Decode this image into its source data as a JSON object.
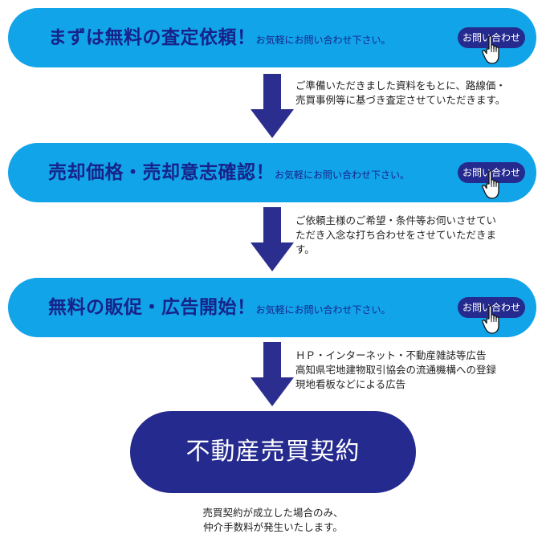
{
  "steps": [
    {
      "title": "まずは無料の査定依頼！",
      "subtitle": "お気軽にお問い合わせ下さい。",
      "button_label": "お問い合わせ",
      "description": [
        "ご準備いただきました資料をもとに、路線価・",
        "売買事例等に基づき査定させていただきます。"
      ]
    },
    {
      "title": "売却価格・売却意志確認！",
      "subtitle": "お気軽にお問い合わせ下さい。",
      "button_label": "お問い合わせ",
      "description": [
        "ご依頼主様のご希望・条件等お伺いさせてい",
        "ただき入念な打ち合わせをさせていただきま",
        "す。"
      ]
    },
    {
      "title": "無料の販促・広告開始！",
      "subtitle": "お気軽にお問い合わせ下さい。",
      "button_label": "お問い合わせ",
      "description": [
        "ＨＰ・インターネット・不動産雑誌等広告",
        "高知県宅地建物取引協会の流通機構への登録",
        "現地看板などによる広告"
      ]
    }
  ],
  "final": {
    "title": "不動産売買契約",
    "note": [
      "売買契約が成立した場合のみ、",
      "仲介手数料が発生いたします。"
    ]
  },
  "colors": {
    "bar": "#12a4e9",
    "title_text": "#16238a",
    "button": "#252a8e",
    "arrow": "#2b2e8f",
    "final_box": "#252a8e"
  },
  "icons": {
    "pointer": "hand-pointer-icon",
    "arrow": "down-arrow-icon"
  }
}
